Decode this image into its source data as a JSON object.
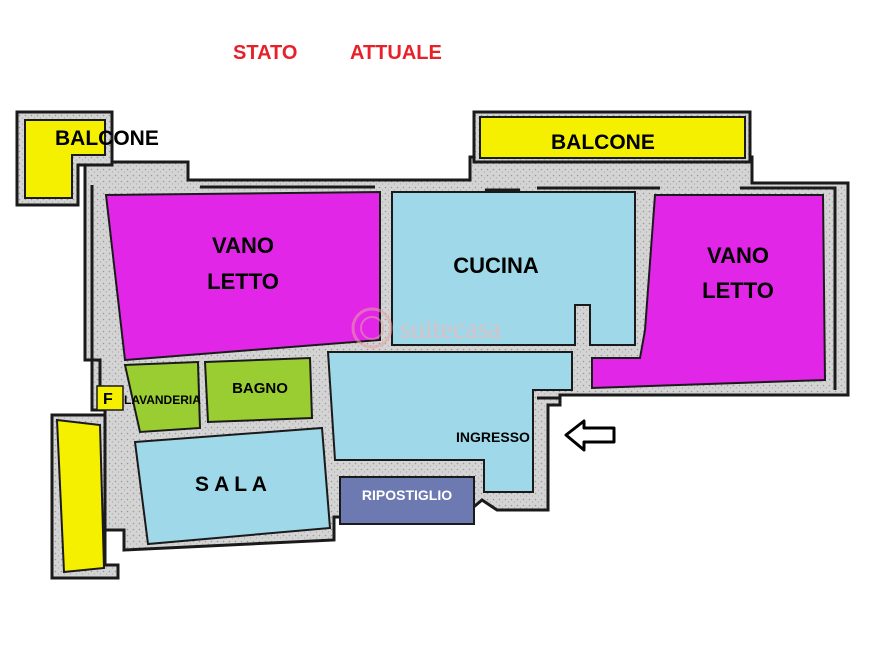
{
  "title": {
    "word1": "STATO",
    "word2": "ATTUALE",
    "color": "#e8202a"
  },
  "rooms": {
    "balcony_left": "BALCONE",
    "balcony_right": "BALCONE",
    "bedroom_left": [
      "VANO",
      "LETTO"
    ],
    "kitchen": "CUCINA",
    "bedroom_right": [
      "VANO",
      "LETTO"
    ],
    "laundry_mark": "F",
    "laundry": "LAVANDERIA",
    "bathroom": "BAGNO",
    "living": "S A L A",
    "storage": "RIPOSTIGLIO",
    "entrance": "INGRESSO"
  },
  "watermark": "suitecasa",
  "colors": {
    "wall": "#cfcfcf",
    "wall_edge": "#1a1a1a",
    "balcony": "#f4f000",
    "bedroom": "#e226e8",
    "day_area": "#9fd8e8",
    "bathroom": "#9acd32",
    "storage": "#6d7ab2",
    "title": "#e8202a"
  },
  "icons": {
    "entry_arrow": "left-arrow-icon",
    "logo": "suitecasa-logo-icon"
  }
}
